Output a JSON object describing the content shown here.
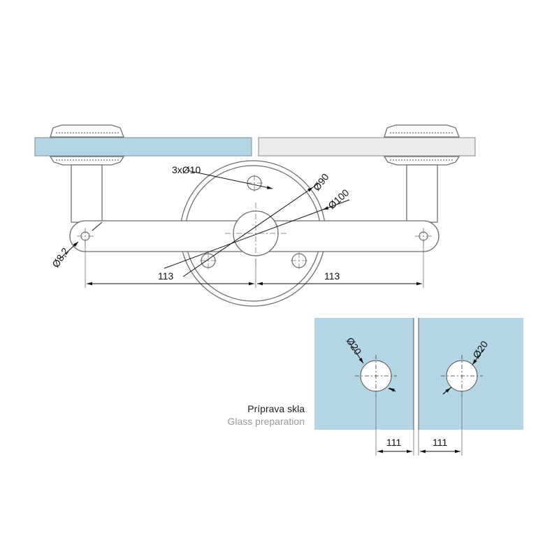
{
  "colors": {
    "glass_blue": "#b4d6e4",
    "glass_grey": "#ececec",
    "line": "#6e6e6e",
    "dim_line": "#111111"
  },
  "dims": {
    "holes": "3xØ10",
    "d90": "Ø90",
    "d100": "Ø100",
    "d82": "Ø8,2",
    "left_113": "113",
    "right_113": "113",
    "left_d20": "Ø20",
    "right_d20": "Ø20",
    "left_111": "111",
    "right_111": "111"
  },
  "caption": {
    "czech": "Príprava skla",
    "english": "Glass preparation"
  }
}
